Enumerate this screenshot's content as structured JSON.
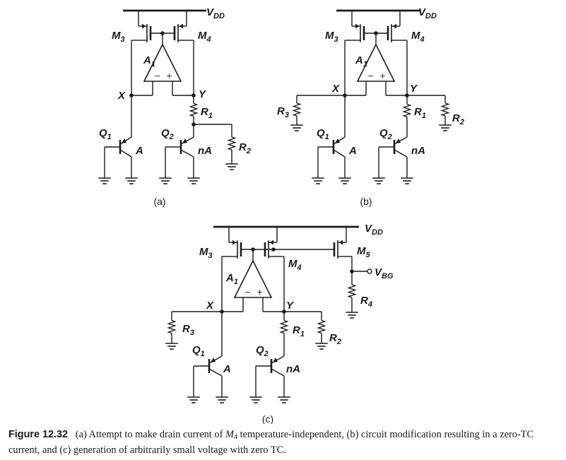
{
  "labels": {
    "vdd_a": "V",
    "vdd_a_sub": "DD",
    "vdd_b": "V",
    "vdd_b_sub": "DD",
    "vdd_c": "V",
    "vdd_c_sub": "DD",
    "m3": "M",
    "m3_sub": "3",
    "m4": "M",
    "m4_sub": "4",
    "m5": "M",
    "m5_sub": "5",
    "a1": "A",
    "a1_sub": "1",
    "q1": "Q",
    "q1_sub": "1",
    "q2": "Q",
    "q2_sub": "2",
    "r1": "R",
    "r1_sub": "1",
    "r2": "R",
    "r2_sub": "2",
    "r3": "R",
    "r3_sub": "3",
    "r4": "R",
    "r4_sub": "4",
    "x": "X",
    "y": "Y",
    "area_q1": "A",
    "area_q2": "nA",
    "vbg": "V",
    "vbg_sub": "BG",
    "minus": "−",
    "plus": "+"
  },
  "subfigures": [
    "(a)",
    "(b)",
    "(c)"
  ],
  "caption": {
    "figure": "Figure 12.32",
    "text_1": "(a) Attempt to make drain current of ",
    "m4_name": "M",
    "m4_sub": "4",
    "text_2": " temperature-independent, (b) circuit modification resulting in a zero-TC current, and (c) generation of arbitrarily small voltage with zero TC."
  }
}
